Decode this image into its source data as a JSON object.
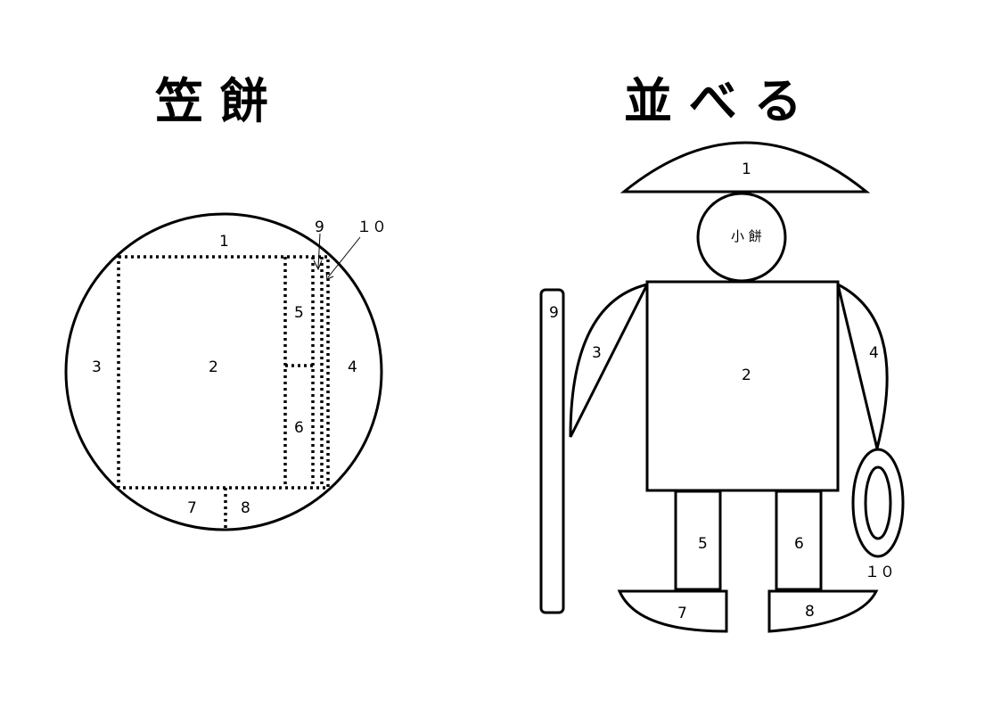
{
  "left_diagram": {
    "title": "笠 餅",
    "labels": {
      "p1": "1",
      "p2": "2",
      "p3": "3",
      "p4": "4",
      "p5": "5",
      "p6": "6",
      "p7": "7",
      "p8": "8",
      "p9": "9",
      "p10": "１０"
    }
  },
  "right_diagram": {
    "title": "並 べ る",
    "head_label": "小 餅",
    "labels": {
      "p1": "1",
      "p2": "2",
      "p3": "3",
      "p4": "4",
      "p5": "5",
      "p6": "6",
      "p7": "7",
      "p8": "8",
      "p9": "9",
      "p10": "１０"
    }
  },
  "colors": {
    "line": "#000000",
    "background": "#ffffff"
  }
}
